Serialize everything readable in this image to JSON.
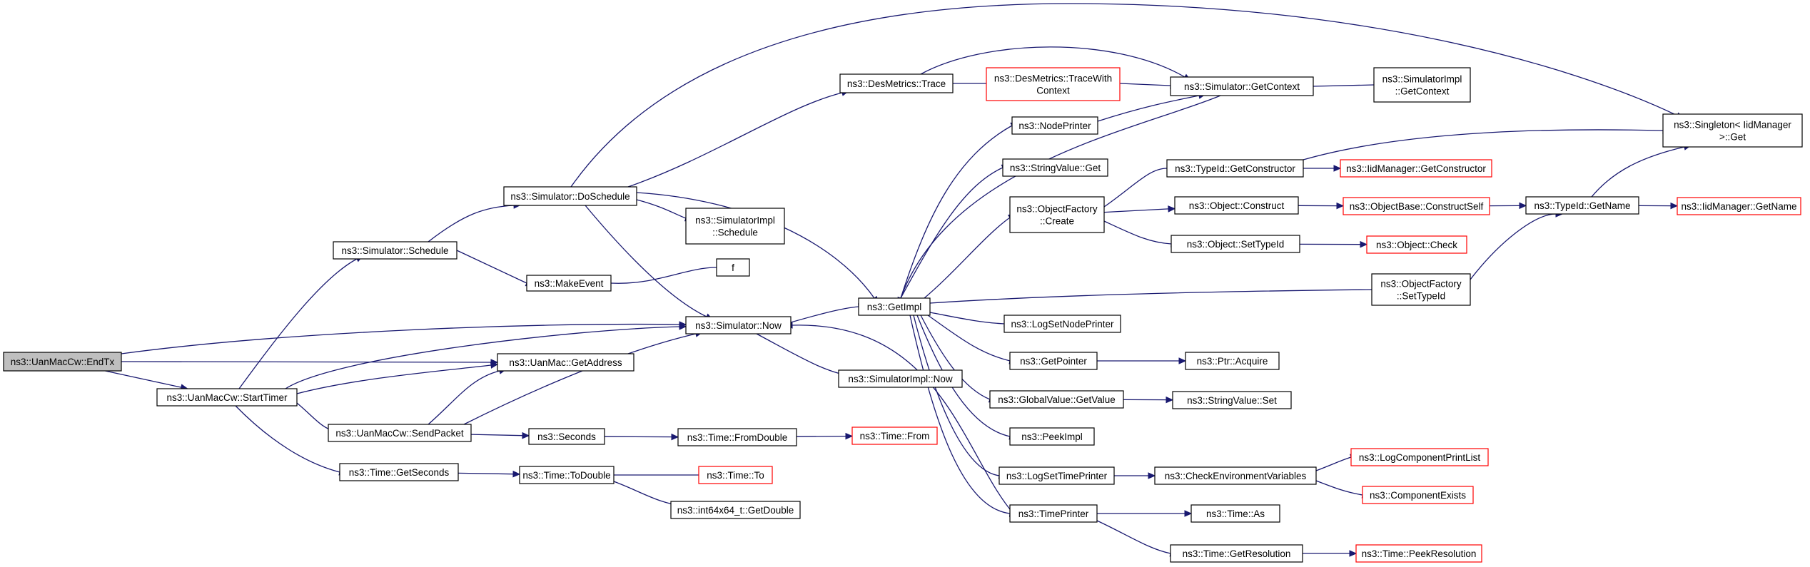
{
  "diagram": {
    "kind": "call-graph",
    "colors": {
      "edge": "#191970",
      "root_fill": "#bfbfbf",
      "normal_border": "#000000",
      "truncated_border": "#ff0000"
    },
    "nodes": [
      {
        "id": "endtx",
        "lines": [
          "ns3::UanMacCw::EndTx"
        ],
        "style": "root"
      },
      {
        "id": "starttimer",
        "lines": [
          "ns3::UanMacCw::StartTimer"
        ],
        "style": "normal"
      },
      {
        "id": "sched",
        "lines": [
          "ns3::Simulator::Schedule"
        ],
        "style": "normal"
      },
      {
        "id": "sendpacket",
        "lines": [
          "ns3::UanMacCw::SendPacket"
        ],
        "style": "normal"
      },
      {
        "id": "getseconds",
        "lines": [
          "ns3::Time::GetSeconds"
        ],
        "style": "normal"
      },
      {
        "id": "dosched",
        "lines": [
          "ns3::Simulator::DoSchedule"
        ],
        "style": "normal"
      },
      {
        "id": "makeevent",
        "lines": [
          "ns3::MakeEvent"
        ],
        "style": "normal"
      },
      {
        "id": "now",
        "lines": [
          "ns3::Simulator::Now"
        ],
        "style": "normal"
      },
      {
        "id": "getaddress",
        "lines": [
          "ns3::UanMac::GetAddress"
        ],
        "style": "normal"
      },
      {
        "id": "seconds",
        "lines": [
          "ns3::Seconds"
        ],
        "style": "normal"
      },
      {
        "id": "todouble",
        "lines": [
          "ns3::Time::ToDouble"
        ],
        "style": "normal"
      },
      {
        "id": "implsched",
        "lines": [
          "ns3::SimulatorImpl",
          "::Schedule"
        ],
        "style": "normal"
      },
      {
        "id": "f",
        "lines": [
          "f"
        ],
        "style": "normal"
      },
      {
        "id": "implnow",
        "lines": [
          "ns3::SimulatorImpl::Now"
        ],
        "style": "normal"
      },
      {
        "id": "fromdouble",
        "lines": [
          "ns3::Time::FromDouble"
        ],
        "style": "normal"
      },
      {
        "id": "timeto",
        "lines": [
          "ns3::Time::To"
        ],
        "style": "truncated"
      },
      {
        "id": "getdouble",
        "lines": [
          "ns3::int64x64_t::GetDouble"
        ],
        "style": "normal"
      },
      {
        "id": "desmetrics",
        "lines": [
          "ns3::DesMetrics::Trace"
        ],
        "style": "normal"
      },
      {
        "id": "getimpl",
        "lines": [
          "ns3::GetImpl"
        ],
        "style": "normal"
      },
      {
        "id": "timefrom",
        "lines": [
          "ns3::Time::From"
        ],
        "style": "truncated"
      },
      {
        "id": "tracewith",
        "lines": [
          "ns3::DesMetrics::TraceWith",
          "Context"
        ],
        "style": "truncated"
      },
      {
        "id": "nodeprinter",
        "lines": [
          "ns3::NodePrinter"
        ],
        "style": "normal"
      },
      {
        "id": "stringget",
        "lines": [
          "ns3::StringValue::Get"
        ],
        "style": "normal"
      },
      {
        "id": "ofcreate",
        "lines": [
          "ns3::ObjectFactory",
          "::Create"
        ],
        "style": "normal"
      },
      {
        "id": "logsetnode",
        "lines": [
          "ns3::LogSetNodePrinter"
        ],
        "style": "normal"
      },
      {
        "id": "getpointer",
        "lines": [
          "ns3::GetPointer"
        ],
        "style": "normal"
      },
      {
        "id": "globalget",
        "lines": [
          "ns3::GlobalValue::GetValue"
        ],
        "style": "normal"
      },
      {
        "id": "peekimpl",
        "lines": [
          "ns3::PeekImpl"
        ],
        "style": "normal"
      },
      {
        "id": "logsettime",
        "lines": [
          "ns3::LogSetTimePrinter"
        ],
        "style": "normal"
      },
      {
        "id": "timeprinter",
        "lines": [
          "ns3::TimePrinter"
        ],
        "style": "normal"
      },
      {
        "id": "getcontext",
        "lines": [
          "ns3::Simulator::GetContext"
        ],
        "style": "normal"
      },
      {
        "id": "typeidgetctor",
        "lines": [
          "ns3::TypeId::GetConstructor"
        ],
        "style": "normal"
      },
      {
        "id": "objconstruct",
        "lines": [
          "ns3::Object::Construct"
        ],
        "style": "normal"
      },
      {
        "id": "objsettypeid",
        "lines": [
          "ns3::Object::SetTypeId"
        ],
        "style": "normal"
      },
      {
        "id": "ofsettypeid",
        "lines": [
          "ns3::ObjectFactory",
          "::SetTypeId"
        ],
        "style": "normal"
      },
      {
        "id": "ptracquire",
        "lines": [
          "ns3::Ptr::Acquire"
        ],
        "style": "normal"
      },
      {
        "id": "stringset",
        "lines": [
          "ns3::StringValue::Set"
        ],
        "style": "normal"
      },
      {
        "id": "checkenv",
        "lines": [
          "ns3::CheckEnvironmentVariables"
        ],
        "style": "normal"
      },
      {
        "id": "timeas",
        "lines": [
          "ns3::Time::As"
        ],
        "style": "normal"
      },
      {
        "id": "getres",
        "lines": [
          "ns3::Time::GetResolution"
        ],
        "style": "normal"
      },
      {
        "id": "implgetctx",
        "lines": [
          "ns3::SimulatorImpl",
          "::GetContext"
        ],
        "style": "normal"
      },
      {
        "id": "iidgetctor",
        "lines": [
          "ns3::IidManager::GetConstructor"
        ],
        "style": "truncated"
      },
      {
        "id": "constructself",
        "lines": [
          "ns3::ObjectBase::ConstructSelf"
        ],
        "style": "truncated"
      },
      {
        "id": "objcheck",
        "lines": [
          "ns3::Object::Check"
        ],
        "style": "truncated"
      },
      {
        "id": "logcomp",
        "lines": [
          "ns3::LogComponentPrintList"
        ],
        "style": "truncated"
      },
      {
        "id": "compexists",
        "lines": [
          "ns3::ComponentExists"
        ],
        "style": "truncated"
      },
      {
        "id": "peekres",
        "lines": [
          "ns3::Time::PeekResolution"
        ],
        "style": "truncated"
      },
      {
        "id": "singleton",
        "lines": [
          "ns3::Singleton< IidManager",
          " >::Get"
        ],
        "style": "normal"
      },
      {
        "id": "typeidgetname",
        "lines": [
          "ns3::TypeId::GetName"
        ],
        "style": "normal"
      },
      {
        "id": "iidgetname",
        "lines": [
          "ns3::IidManager::GetName"
        ],
        "style": "truncated"
      }
    ],
    "edges": [
      {
        "from": "endtx",
        "to": "starttimer"
      },
      {
        "from": "endtx",
        "to": "now"
      },
      {
        "from": "endtx",
        "to": "getaddress"
      },
      {
        "from": "starttimer",
        "to": "sched"
      },
      {
        "from": "starttimer",
        "to": "now"
      },
      {
        "from": "starttimer",
        "to": "getaddress"
      },
      {
        "from": "starttimer",
        "to": "sendpacket"
      },
      {
        "from": "starttimer",
        "to": "getseconds"
      },
      {
        "from": "sched",
        "to": "dosched"
      },
      {
        "from": "sched",
        "to": "makeevent"
      },
      {
        "from": "sendpacket",
        "to": "getaddress"
      },
      {
        "from": "sendpacket",
        "to": "now"
      },
      {
        "from": "sendpacket",
        "to": "seconds"
      },
      {
        "from": "getseconds",
        "to": "todouble"
      },
      {
        "from": "dosched",
        "to": "desmetrics"
      },
      {
        "from": "dosched",
        "to": "implsched"
      },
      {
        "from": "dosched",
        "to": "now"
      },
      {
        "from": "dosched",
        "to": "getimpl"
      },
      {
        "from": "dosched",
        "to": "singleton"
      },
      {
        "from": "makeevent",
        "to": "f"
      },
      {
        "from": "now",
        "to": "getimpl"
      },
      {
        "from": "now",
        "to": "implnow"
      },
      {
        "from": "seconds",
        "to": "fromdouble"
      },
      {
        "from": "todouble",
        "to": "timeto"
      },
      {
        "from": "todouble",
        "to": "getdouble"
      },
      {
        "from": "fromdouble",
        "to": "timefrom"
      },
      {
        "from": "desmetrics",
        "to": "tracewith"
      },
      {
        "from": "desmetrics",
        "to": "getcontext"
      },
      {
        "from": "tracewith",
        "to": "getcontext"
      },
      {
        "from": "getimpl",
        "to": "nodeprinter"
      },
      {
        "from": "getimpl",
        "to": "stringget"
      },
      {
        "from": "getimpl",
        "to": "ofcreate"
      },
      {
        "from": "getimpl",
        "to": "logsetnode"
      },
      {
        "from": "getimpl",
        "to": "getpointer"
      },
      {
        "from": "getimpl",
        "to": "globalget"
      },
      {
        "from": "getimpl",
        "to": "peekimpl"
      },
      {
        "from": "getimpl",
        "to": "logsettime"
      },
      {
        "from": "getimpl",
        "to": "timeprinter"
      },
      {
        "from": "getimpl",
        "to": "ofsettypeid"
      },
      {
        "from": "timeprinter",
        "to": "now"
      },
      {
        "from": "getcontext",
        "to": "getimpl"
      },
      {
        "from": "nodeprinter",
        "to": "getcontext"
      },
      {
        "from": "getcontext",
        "to": "implgetctx"
      },
      {
        "from": "ofcreate",
        "to": "typeidgetctor"
      },
      {
        "from": "ofcreate",
        "to": "objconstruct"
      },
      {
        "from": "ofcreate",
        "to": "objsettypeid"
      },
      {
        "from": "getpointer",
        "to": "ptracquire"
      },
      {
        "from": "globalget",
        "to": "stringset"
      },
      {
        "from": "logsettime",
        "to": "checkenv"
      },
      {
        "from": "timeprinter",
        "to": "timeas"
      },
      {
        "from": "timeprinter",
        "to": "getres"
      },
      {
        "from": "typeidgetctor",
        "to": "iidgetctor"
      },
      {
        "from": "typeidgetctor",
        "to": "singleton"
      },
      {
        "from": "objconstruct",
        "to": "constructself"
      },
      {
        "from": "objsettypeid",
        "to": "objcheck"
      },
      {
        "from": "ofsettypeid",
        "to": "typeidgetname"
      },
      {
        "from": "constructself",
        "to": "typeidgetname"
      },
      {
        "from": "checkenv",
        "to": "logcomp"
      },
      {
        "from": "checkenv",
        "to": "compexists"
      },
      {
        "from": "getres",
        "to": "peekres"
      },
      {
        "from": "typeidgetname",
        "to": "singleton"
      },
      {
        "from": "typeidgetname",
        "to": "iidgetname"
      }
    ]
  }
}
